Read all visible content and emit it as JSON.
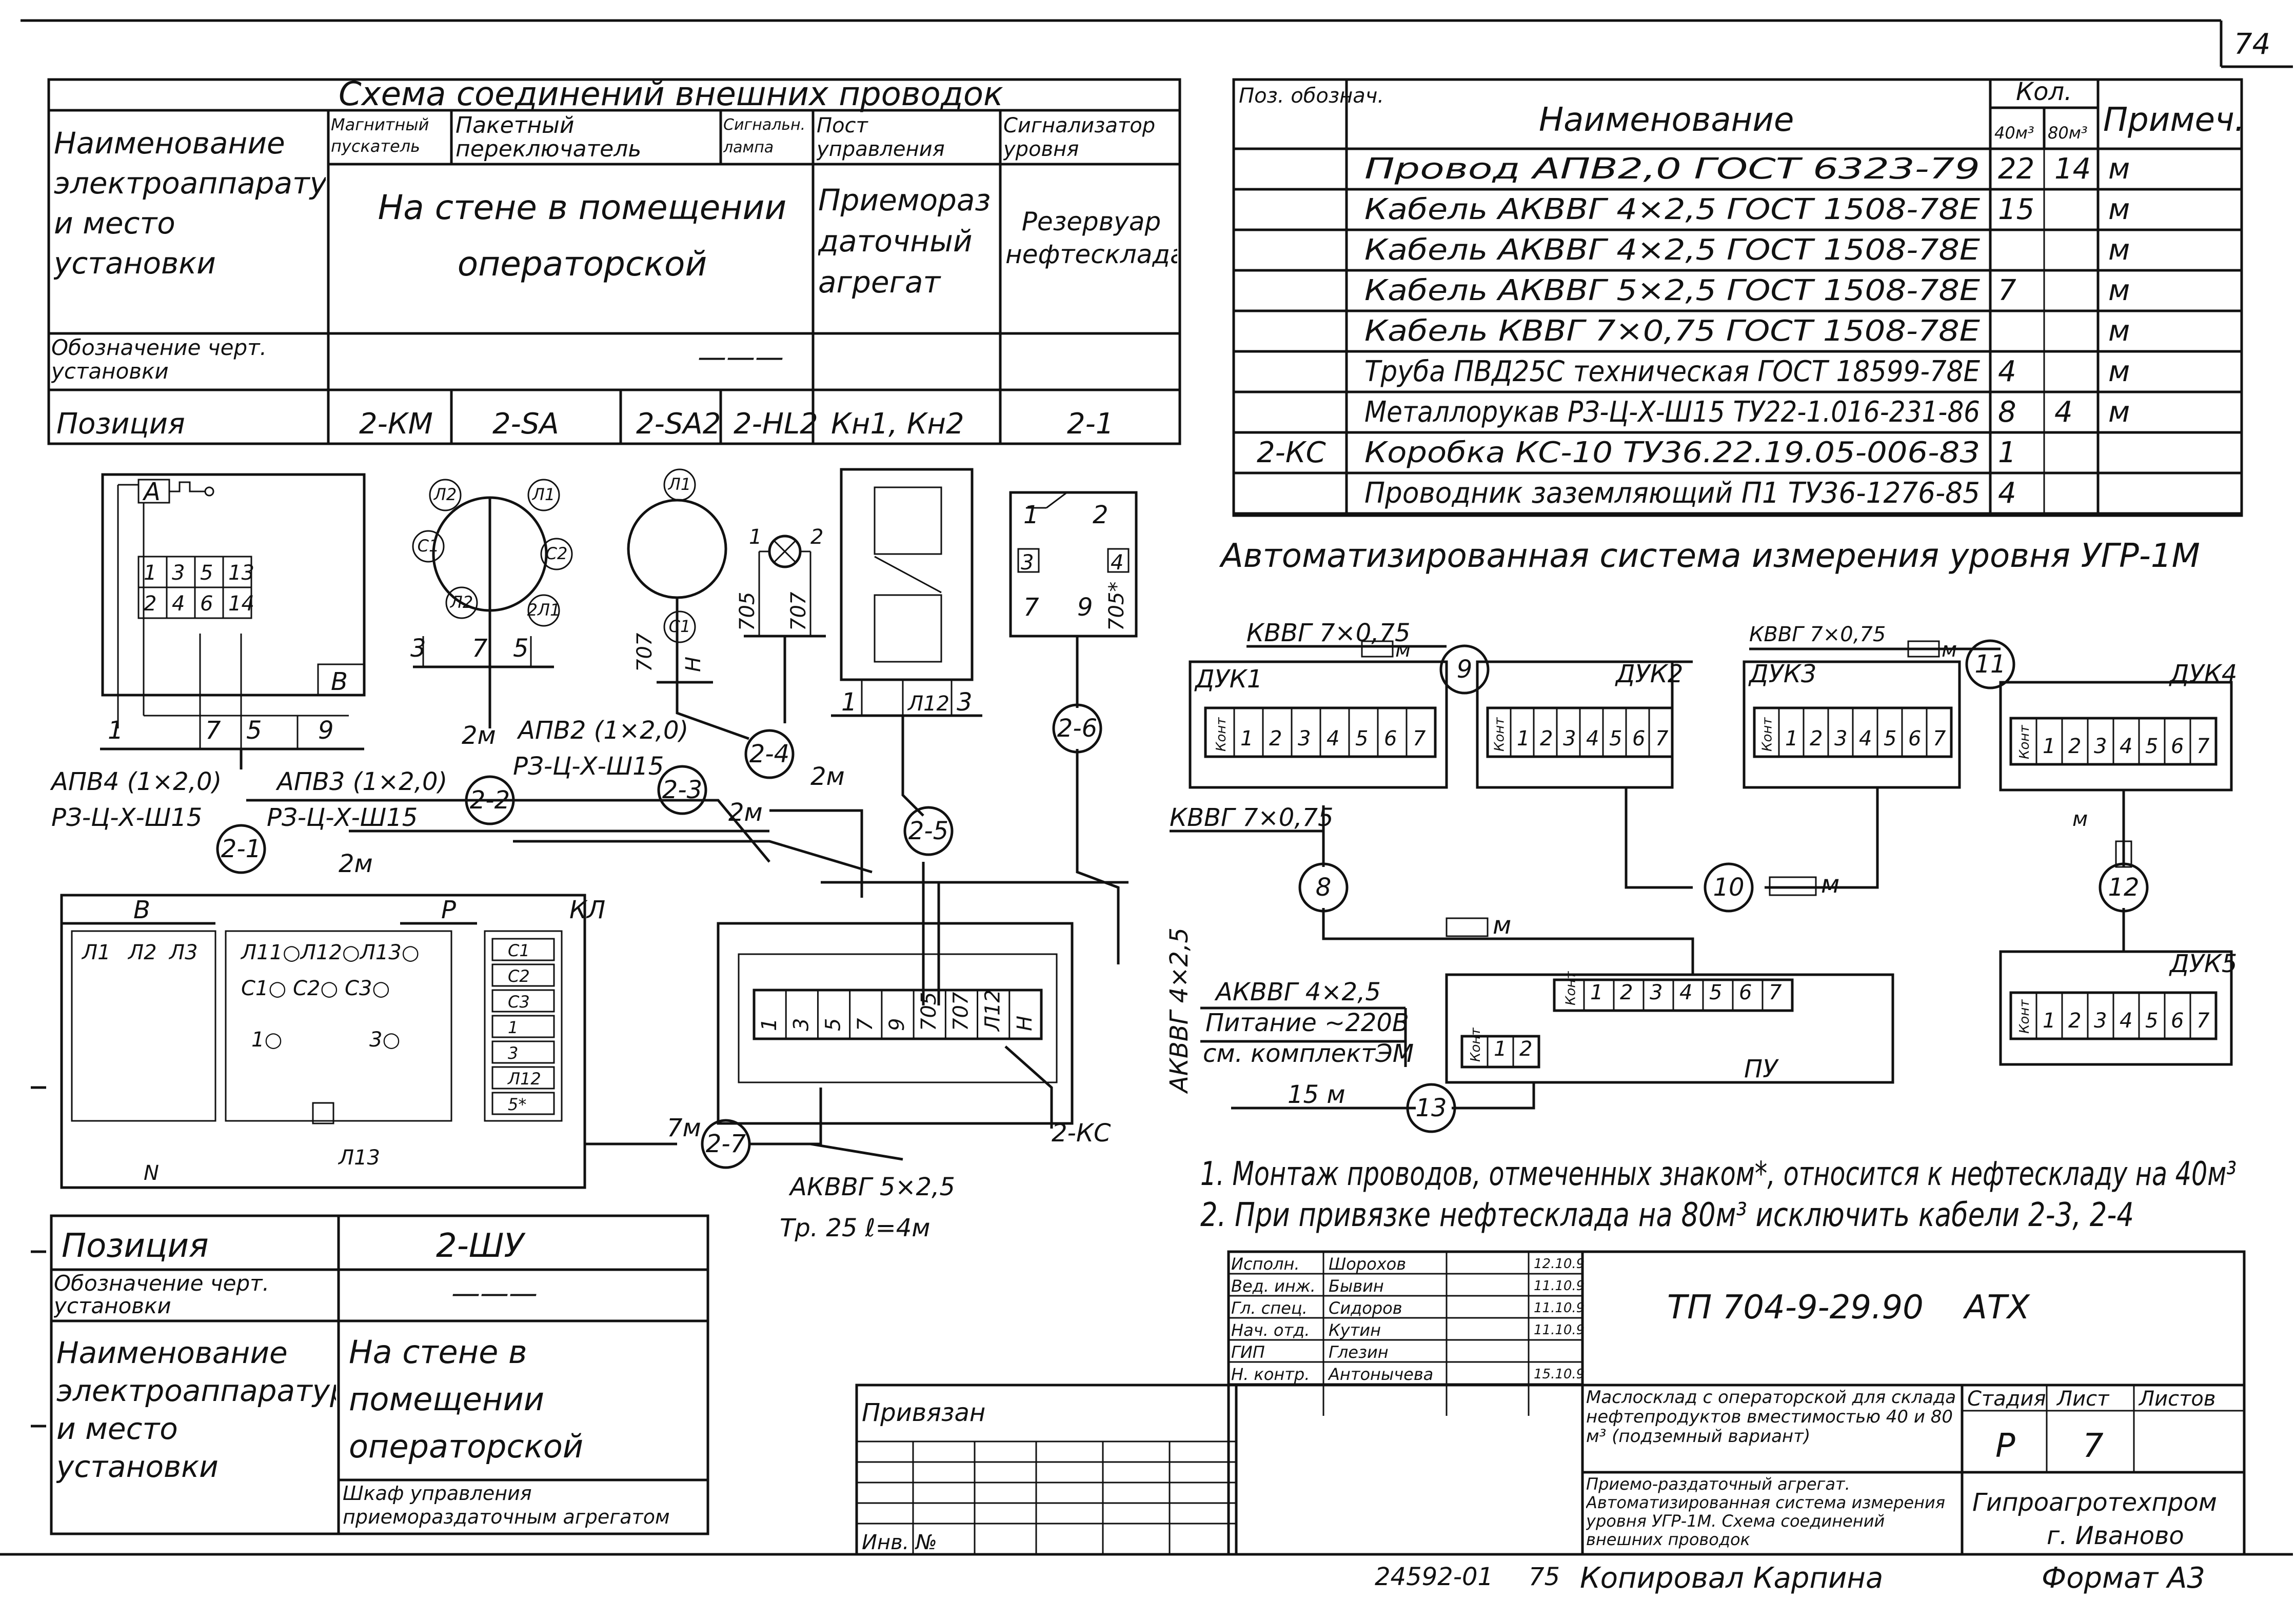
{
  "sheet": {
    "sheet_number": "74",
    "bottom_code": "24592-01",
    "bottom_page": "75",
    "copied_by": "Копировал Карпина",
    "format": "Формат А3"
  },
  "connections_table": {
    "title": "Схема соединений внешних проводок",
    "headers": {
      "name_place": "Наименование электроаппаратуры и место установки",
      "col1": "Магнитный пускатель",
      "col2": "Пакетный переключатель",
      "col3": "Сигнальн. лампа",
      "col4": "Пост управления",
      "col5": "Сигнализатор уровня"
    },
    "place_main": "На стене в помещении операторской",
    "place_post": "Приемораздаточный агрегат",
    "place_signal": "Резервуар нефтесклада",
    "row_drawing_label": "Обозначение черт. установки",
    "row_drawing_value": "———",
    "row_position_label": "Позиция",
    "positions": [
      "2-КМ",
      "2-SA",
      "2-SA2",
      "2-HL2",
      "Кн1, Кн2",
      "2-1"
    ]
  },
  "spec_table": {
    "headers": {
      "pos": "Поз. обознач.",
      "name": "Наименование",
      "qty": "Кол.",
      "qty40": "40м³",
      "qty80": "80м³",
      "note": "Примеч."
    },
    "rows": [
      {
        "pos": "",
        "name": "Провод АПВ2,0 ГОСТ 6323-79",
        "q40": "22",
        "q80": "14",
        "note": "м"
      },
      {
        "pos": "",
        "name": "Кабель АКВВГ 4×2,5 ГОСТ 1508-78Е",
        "q40": "15",
        "q80": "",
        "note": "м"
      },
      {
        "pos": "",
        "name": "Кабель АКВВГ 4×2,5 ГОСТ 1508-78Е",
        "q40": "",
        "q80": "",
        "note": "м"
      },
      {
        "pos": "",
        "name": "Кабель АКВВГ 5×2,5 ГОСТ 1508-78Е",
        "q40": "7",
        "q80": "",
        "note": "м"
      },
      {
        "pos": "",
        "name": "Кабель КВВГ 7×0,75 ГОСТ 1508-78Е",
        "q40": "",
        "q80": "",
        "note": "м"
      },
      {
        "pos": "",
        "name": "Труба ПВД25С техническая ГОСТ 18599-78Е",
        "q40": "4",
        "q80": "",
        "note": "м"
      },
      {
        "pos": "",
        "name": "Металлорукав РЗ-Ц-Х-Ш15 ТУ22-1.016-231-86",
        "q40": "8",
        "q80": "4",
        "note": "м"
      },
      {
        "pos": "2-КС",
        "name": "Коробка КС-10 ТУ36.22.19.05-006-83",
        "q40": "1",
        "q80": "",
        "note": ""
      },
      {
        "pos": "",
        "name": "Проводник заземляющий П1 ТУ36-1276-85",
        "q40": "4",
        "q80": "",
        "note": ""
      }
    ]
  },
  "level_system": {
    "title": "Автоматизированная система измерения уровня УГР-1М",
    "cable_a": "КВВГ 7×0,75",
    "cable_b": "КВВГ 7×0,75",
    "cable_c": "КВВГ 7×0,75",
    "m": "м",
    "duk": [
      "ДУК1",
      "ДУК2",
      "ДУК3",
      "ДУК4",
      "ДУК5"
    ],
    "kont": "Конт",
    "nodes": [
      "9",
      "11",
      "8",
      "10",
      "12",
      "13"
    ],
    "pu": "ПУ",
    "power_cable": "АКВВГ 4×2,5",
    "power_note1": "Питание ~220В",
    "power_note2": "см. комплектЭМ",
    "power_len": "15 м"
  },
  "notes": [
    "1. Монтаж проводов, отмеченных знаком*, относится к нефтескладу на 40м³",
    "2. При привязке нефтесклада на 80м³ исключить кабели 2-3, 2-4"
  ],
  "wiring": {
    "nodes": [
      "2-1",
      "2-2",
      "2-3",
      "2-4",
      "2-5",
      "2-6",
      "2-7"
    ],
    "label_apv4": "АПВ4 (1×2,0)",
    "label_rz1": "РЗ-Ц-Х-Ш15",
    "label_apv3": "АПВ3 (1×2,0)",
    "label_rz2": "РЗ-Ц-Х-Ш15",
    "label_apv2": "АПВ2 (1×2,0)",
    "label_rz3": "РЗ-Ц-Х-Ш15",
    "len_2m": "2м",
    "len_7m": "7м",
    "akvvg4": "АКВВГ 4×2,5",
    "akvvg5": "АКВВГ 5×2,5",
    "tube": "Тр. 25 ℓ=4м",
    "box": "2-КС",
    "terminal_numbers": [
      "1",
      "3",
      "5",
      "7",
      "9",
      "705",
      "707",
      "Л12",
      "Н"
    ],
    "starter_contacts": [
      "1",
      "3",
      "5",
      "13",
      "2",
      "4",
      "6",
      "14"
    ],
    "panel_labels": [
      "В",
      "Р",
      "КЛ"
    ],
    "kl_items": [
      "С1",
      "С2",
      "С3",
      "1",
      "3",
      "Л12",
      "5*"
    ]
  },
  "shu_table": {
    "position_label": "Позиция",
    "position_value": "2-ШУ",
    "drawing_label": "Обозначение черт. установки",
    "drawing_value": "———",
    "name_label": "Наименование электроаппаратуры и место установки",
    "place": "На стене в помещении операторской",
    "cabinet": "Шкаф управления приемораздаточным агрегатом"
  },
  "title_block": {
    "bound_label": "Привязан",
    "inv_label": "Инв. №",
    "roles": [
      "Исполн.",
      "Вед. инж.",
      "Гл. спец.",
      "Нач. отд.",
      "ГИП",
      "Н. контр."
    ],
    "names": [
      "Шорохов",
      "Бывин",
      "Сидоров",
      "Кутин",
      "Глезин",
      "Антонычева"
    ],
    "dates": [
      "12.10.9",
      "11.10.9",
      "11.10.9",
      "11.10.9",
      "",
      "15.10.9"
    ],
    "code": "ТП 704-9-29.90",
    "suffix": "АТХ",
    "project": "Маслосклад с операторской для склада нефтепродуктов вместимостью 40 и 80 м³ (подземный вариант)",
    "drawing_title": "Приемо-раздаточный агрегат. Автоматизированная система измерения уровня УГР-1М. Схема соединений внешних проводок",
    "stage_label": "Стадия",
    "sheet_label": "Лист",
    "sheets_label": "Листов",
    "stage": "Р",
    "sheet": "7",
    "org": "Гипроагротехпром",
    "city": "г. Иваново"
  }
}
